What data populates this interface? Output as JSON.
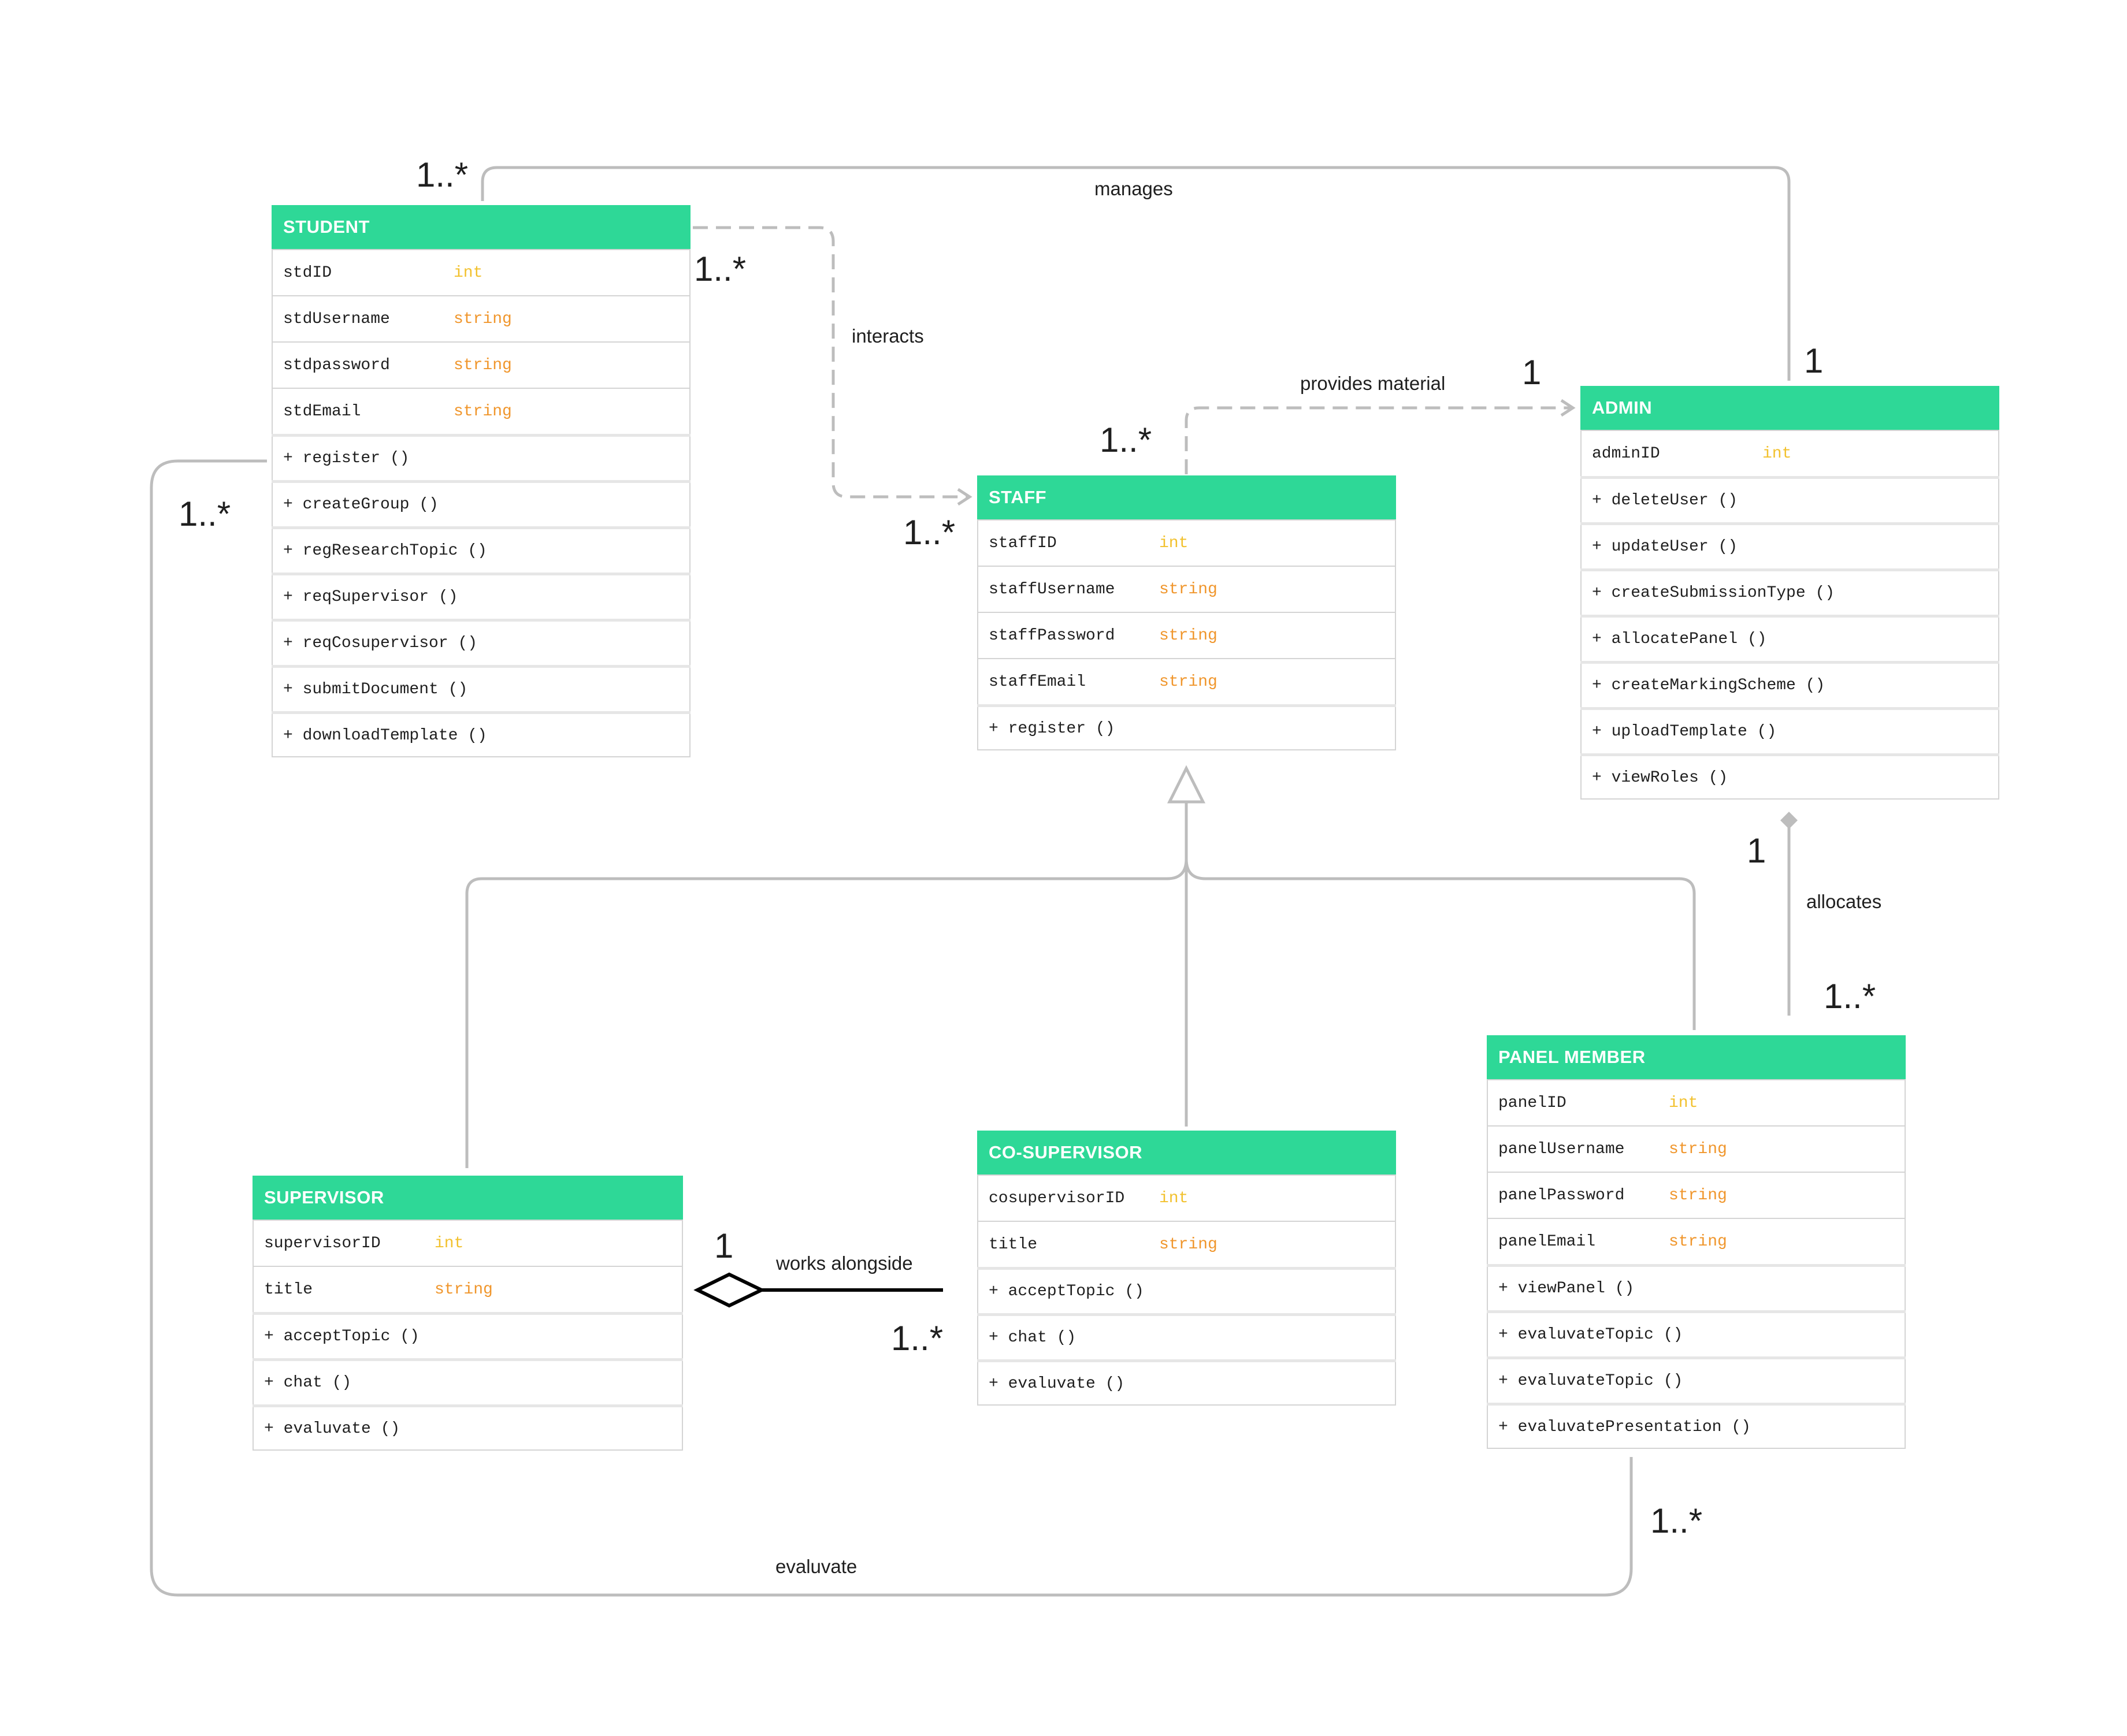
{
  "classes": [
    {
      "id": "student",
      "name": "STUDENT",
      "attributes": [
        {
          "name": "stdID",
          "type": "int"
        },
        {
          "name": "stdUsername",
          "type": "string"
        },
        {
          "name": "stdpassword",
          "type": "string"
        },
        {
          "name": "stdEmail",
          "type": "string"
        }
      ],
      "methods": [
        "+ register ()",
        "+ createGroup ()",
        "+ regResearchTopic ()",
        "+ reqSupervisor ()",
        "+ reqCosupervisor ()",
        "+ submitDocument ()",
        "+ downloadTemplate ()"
      ]
    },
    {
      "id": "staff",
      "name": "STAFF",
      "attributes": [
        {
          "name": "staffID",
          "type": "int"
        },
        {
          "name": "staffUsername",
          "type": "string"
        },
        {
          "name": "staffPassword",
          "type": "string"
        },
        {
          "name": "staffEmail",
          "type": "string"
        }
      ],
      "methods": [
        "+ register ()"
      ]
    },
    {
      "id": "admin",
      "name": "ADMIN",
      "attributes": [
        {
          "name": "adminID",
          "type": "int"
        }
      ],
      "methods": [
        "+ deleteUser ()",
        "+ updateUser ()",
        "+ createSubmissionType ()",
        "+ allocatePanel ()",
        "+ createMarkingScheme ()",
        "+ uploadTemplate ()",
        "+ viewRoles ()"
      ]
    },
    {
      "id": "supervisor",
      "name": "SUPERVISOR",
      "attributes": [
        {
          "name": "supervisorID",
          "type": "int"
        },
        {
          "name": "title",
          "type": "string"
        }
      ],
      "methods": [
        "+ acceptTopic ()",
        "+ chat ()",
        "+ evaluvate ()"
      ]
    },
    {
      "id": "cosupervisor",
      "name": "CO-SUPERVISOR",
      "attributes": [
        {
          "name": "cosupervisorID",
          "type": "int"
        },
        {
          "name": "title",
          "type": "string"
        }
      ],
      "methods": [
        "+ acceptTopic ()",
        "+ chat ()",
        "+ evaluvate ()"
      ]
    },
    {
      "id": "panelmember",
      "name": "PANEL MEMBER",
      "attributes": [
        {
          "name": "panelID",
          "type": "int"
        },
        {
          "name": "panelUsername",
          "type": "string"
        },
        {
          "name": "panelPassword",
          "type": "string"
        },
        {
          "name": "panelEmail",
          "type": "string"
        }
      ],
      "methods": [
        "+ viewPanel ()",
        "+ evaluvateTopic ()",
        "+ evaluvateTopic ()",
        "+ evaluvatePresentation ()"
      ]
    }
  ],
  "associations": {
    "manages": "manages",
    "interacts": "interacts",
    "provides_material": "provides material",
    "allocates": "allocates",
    "works_alongside": "works alongside",
    "evaluvate": "evaluvate"
  },
  "multiplicities": {
    "manages_student": "1..*",
    "manages_admin": "1",
    "interacts_student": "1..*",
    "interacts_staff": "1..*",
    "provides_staff": "1..*",
    "provides_admin": "1",
    "allocates_admin": "1",
    "allocates_panel": "1..*",
    "works_supervisor": "1",
    "works_cosupervisor": "1..*",
    "evaluvate_student": "1..*",
    "evaluvate_panel": "1..*"
  },
  "colors": {
    "header": "#2ed897",
    "header_text": "#ffffff",
    "type_string": "#f0962c",
    "type_int": "#f2c12e",
    "connector": "#bdbdbd",
    "aggregation": "#000000"
  }
}
